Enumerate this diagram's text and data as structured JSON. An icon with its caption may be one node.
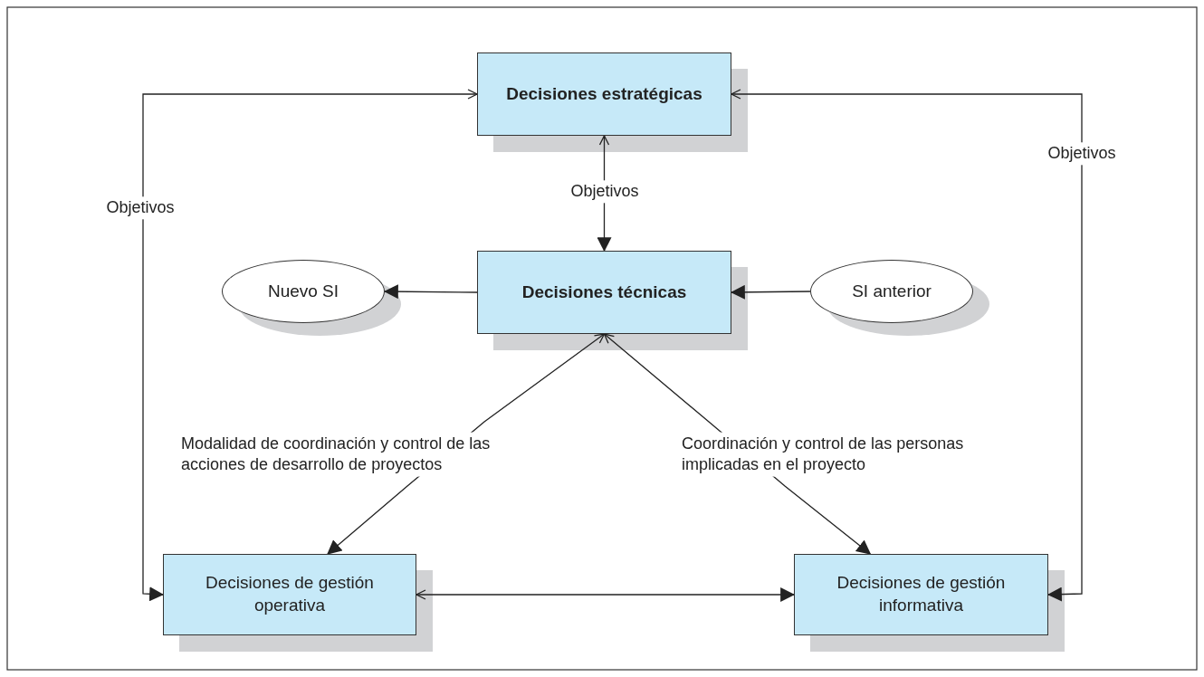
{
  "diagram": {
    "nodes": [
      {
        "text": [
          "Decisiones estratégicas"
        ]
      },
      {
        "text": [
          "Decisiones técnicas"
        ]
      },
      {
        "text": [
          "Nuevo SI"
        ]
      },
      {
        "text": [
          "SI anterior"
        ]
      },
      {
        "text": [
          "Decisiones de gestión operativa"
        ]
      },
      {
        "text": [
          "Decisiones de gestión informativa"
        ]
      }
    ],
    "edges": [
      {
        "from": 0,
        "to": 1,
        "arrow": "both",
        "label": "Objetivos"
      },
      {
        "from": 0,
        "to": 4,
        "arrow": "both",
        "label": "Objetivos"
      },
      {
        "from": 0,
        "to": 5,
        "arrow": "both",
        "label": "Objetivos"
      },
      {
        "from": 1,
        "to": 2,
        "arrow": "to"
      },
      {
        "from": 3,
        "to": 1,
        "arrow": "to"
      },
      {
        "from": 1,
        "to": 4,
        "arrow": "both",
        "label": "Modalidad de coordinación y control de las acciones de desarrollo de proyectos"
      },
      {
        "from": 1,
        "to": 5,
        "arrow": "both",
        "label": "Coordinación y control de las personas implicadas en el proyecto"
      },
      {
        "from": 4,
        "to": 5,
        "arrow": "both"
      }
    ]
  }
}
